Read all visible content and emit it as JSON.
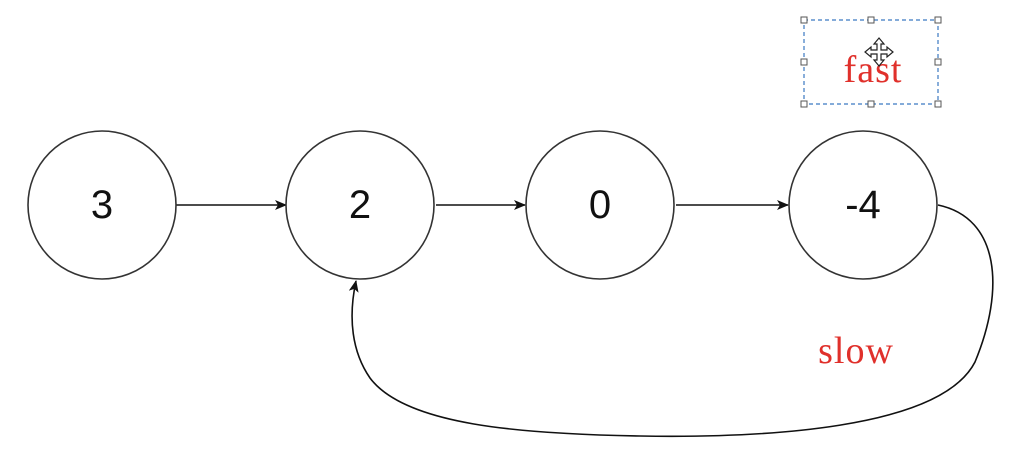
{
  "nodes": [
    {
      "id": "n0",
      "value": "3"
    },
    {
      "id": "n1",
      "value": "2"
    },
    {
      "id": "n2",
      "value": "0"
    },
    {
      "id": "n3",
      "value": "-4"
    }
  ],
  "edges": [
    {
      "from": "n0",
      "to": "n1"
    },
    {
      "from": "n1",
      "to": "n2"
    },
    {
      "from": "n2",
      "to": "n3"
    },
    {
      "from": "n3",
      "to": "n1"
    }
  ],
  "labels": {
    "fast": "fast",
    "slow": "slow"
  },
  "colors": {
    "label": "#e0302b",
    "selection": "#3b79c2"
  },
  "selected_element": "fast-label",
  "cursor_icon": "move-cursor-icon"
}
